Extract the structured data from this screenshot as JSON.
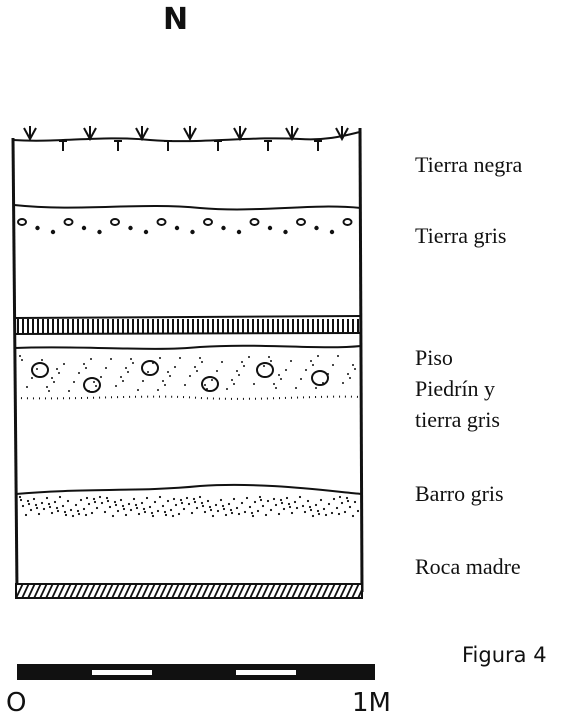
{
  "north_label": "N",
  "layers": [
    {
      "label": "Tierra negra"
    },
    {
      "label": "Tierra gris"
    },
    {
      "label": "Piso"
    },
    {
      "label": "Piedrín  y"
    },
    {
      "label": "tierra gris"
    },
    {
      "label": "Barro gris"
    },
    {
      "label": "Roca madre"
    }
  ],
  "scale_bar": {
    "start_label": "O",
    "end_label": "1M"
  },
  "figure_caption": "Figura 4"
}
